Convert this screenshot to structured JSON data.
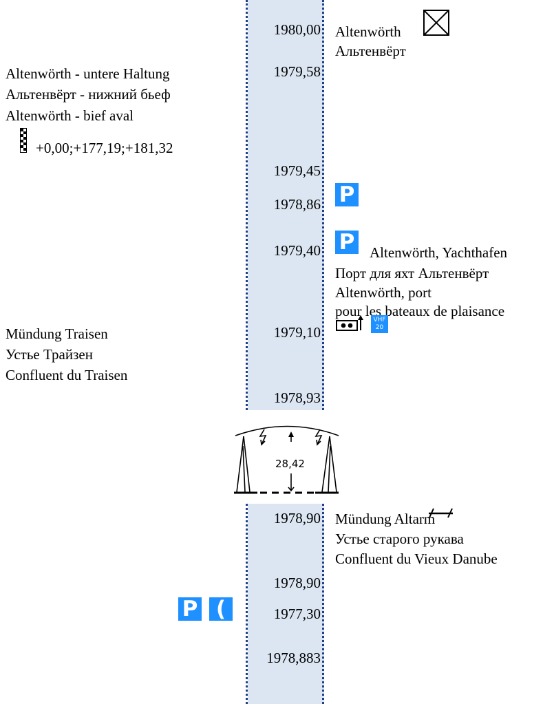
{
  "km_markers": [
    "1980,00",
    "1979,58",
    "1979,45",
    "1978,86",
    "1979,40",
    "1979,10",
    "1978,93",
    "1978,90",
    "1978,90",
    "1977,30",
    "1978,883"
  ],
  "features": {
    "altenworth_lock": [
      "Altenwörth",
      "Альтенвёрт"
    ],
    "lower_reach": {
      "lines": [
        "Altenwörth - untere Haltung",
        "Альтенвёрт - нижний бьеф",
        "Altenwörth - bief aval"
      ],
      "gauge_values": "+0,00;+177,19;+181,32"
    },
    "yacht_harbour": [
      "Altenwörth, Yachthafen",
      "Порт для яхт Альтенвёрт",
      "Altenwörth, port",
      "pour les bateaux de plaisance"
    ],
    "traisen_mouth": [
      "Mündung Traisen",
      "Устье Трайзен",
      "Confluent du Traisen"
    ],
    "power_line": {
      "clearance": "28,42"
    },
    "old_arm_mouth": [
      "Mündung Altarm",
      "Устье старого рукава",
      "Confluent du Vieux Danube"
    ]
  },
  "icons": {
    "parking": "P",
    "phone": "(",
    "vhf": [
      "VHF",
      "20"
    ]
  },
  "colors": {
    "river_band": "#dce6f2",
    "dotted_line": "#1f3f88",
    "icon_blue": "#1e90ff"
  }
}
